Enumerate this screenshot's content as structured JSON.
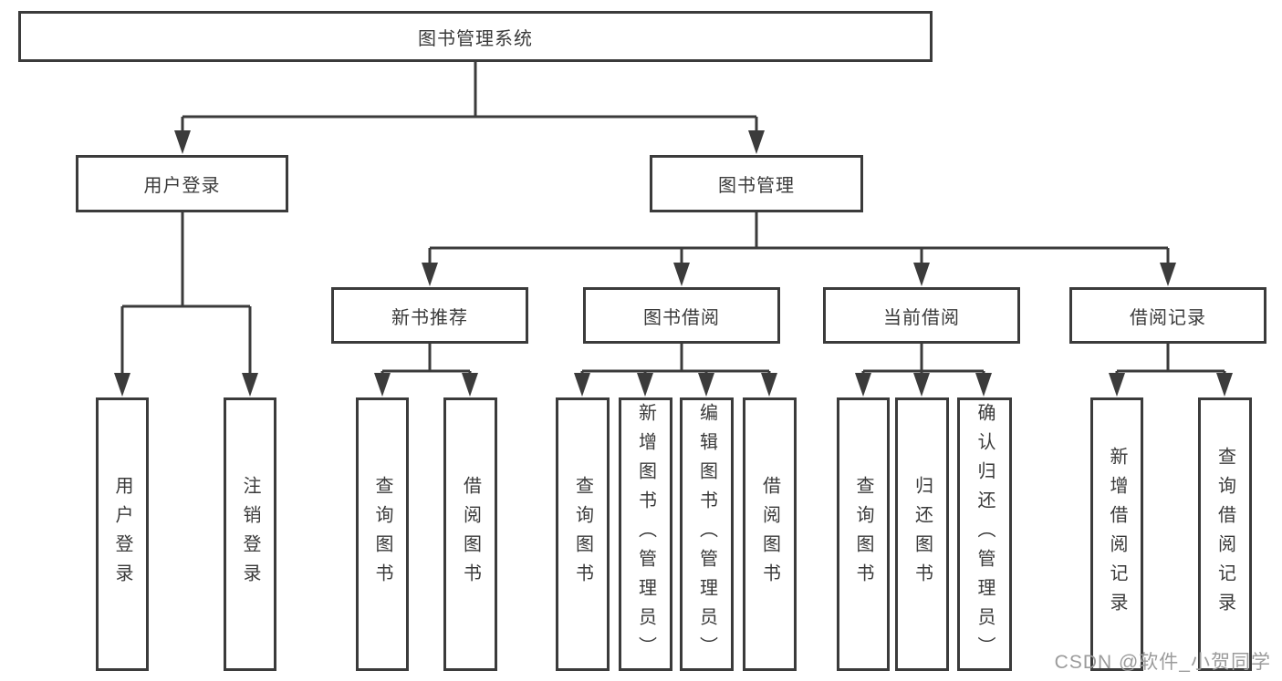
{
  "title": "图书管理系统",
  "tree": {
    "root": {
      "label": "图书管理系统"
    },
    "branches": [
      {
        "label": "用户登录",
        "children": [
          {
            "label": "用户登录"
          },
          {
            "label": "注销登录"
          }
        ]
      },
      {
        "label": "图书管理",
        "children": [
          {
            "label": "新书推荐",
            "children": [
              {
                "label": "查询图书"
              },
              {
                "label": "借阅图书"
              }
            ]
          },
          {
            "label": "图书借阅",
            "children": [
              {
                "label": "查询图书"
              },
              {
                "label": "新增图书（管理员）"
              },
              {
                "label": "编辑图书（管理员）"
              },
              {
                "label": "借阅图书"
              }
            ]
          },
          {
            "label": "当前借阅",
            "children": [
              {
                "label": "查询图书"
              },
              {
                "label": "归还图书"
              },
              {
                "label": "确认归还（管理员）"
              }
            ]
          },
          {
            "label": "借阅记录",
            "children": [
              {
                "label": "新增借阅记录"
              },
              {
                "label": "查询借阅记录"
              }
            ]
          }
        ]
      }
    ]
  },
  "watermark": {
    "text": "CSDN @软件_小贺同学"
  },
  "colors": {
    "line": "#3b3b3b",
    "text": "#3a3a3a",
    "box_background": "#ffffff",
    "page_background": "#ffffff",
    "watermark": "#9b9b9b"
  }
}
